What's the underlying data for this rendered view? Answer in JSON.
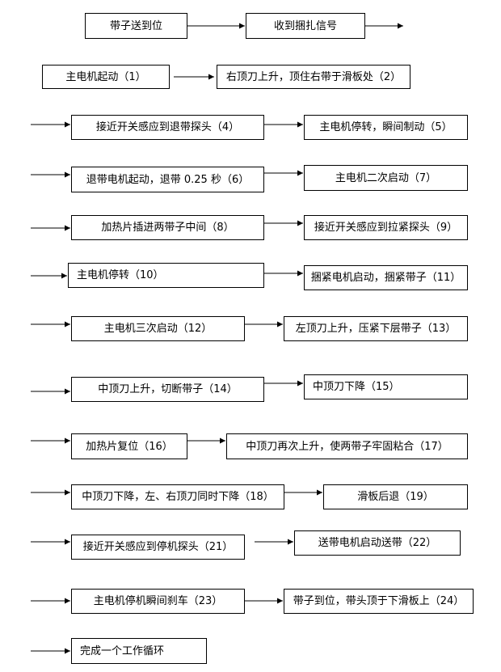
{
  "steps": [
    "带子送到位",
    "收到捆扎信号",
    "主电机起动（1）",
    "右顶刀上升，顶住右带于滑板处（2）",
    "接近开关感应到退带探头（4）",
    "主电机停转，瞬间制动（5）",
    "退带电机起动，退带 0.25 秒（6）",
    "主电机二次启动（7）",
    "加热片插进两带子中间（8）",
    "接近开关感应到拉紧探头（9）",
    "主电机停转（10）",
    "捆紧电机启动，捆紧带子（11）",
    "主电机三次启动（12）",
    "左顶刀上升，压紧下层带子（13）",
    "中顶刀上升，切断带子（14）",
    "中顶刀下降（15）",
    "加热片复位（16）",
    "中顶刀再次上升，使两带子牢固粘合（17）",
    "中顶刀下降，左、右顶刀同时下降（18）",
    "滑板后退（19）",
    "接近开关感应到停机探头（21）",
    "送带电机启动送带（22）",
    "主电机停机瞬间刹车（23）",
    "带子到位，带头顶于下滑板上（24）",
    "完成一个工作循环"
  ]
}
